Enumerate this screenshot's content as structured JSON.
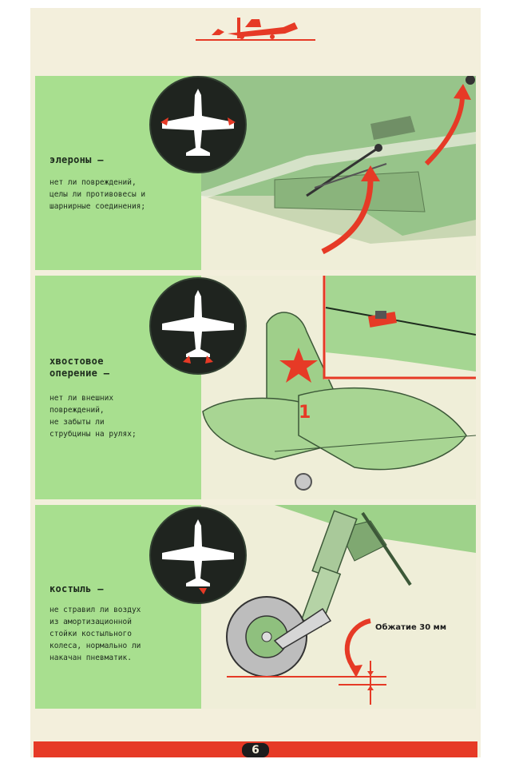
{
  "sections": [
    {
      "title": "элероны —",
      "body": "нет ли повреждений,\nцелы ли противовесы и\nшарнирные соединения;",
      "dial_icon": "plane-topview-icon"
    },
    {
      "title": "хвостовое\nоперение —",
      "body": "нет ли внешних\nповреждений,\nне забыты ли\nструбцины на рулях;",
      "dial_icon": "plane-topview-icon"
    },
    {
      "title": "костыль —",
      "body": "не стравил ли воздух\nиз амортизационной\nстойки костыльного\nколеса, нормально ли\nнакачан пневматик.",
      "dial_icon": "plane-topview-icon"
    }
  ],
  "compression_label": "Обжатие 30 мм",
  "page_number": "6",
  "colors": {
    "panel_green": "#a8df8f",
    "accent_red": "#e63a26",
    "dial_black": "#1f241f",
    "paper": "#f3efdc"
  },
  "header_icon": "fighter-plane-icon"
}
